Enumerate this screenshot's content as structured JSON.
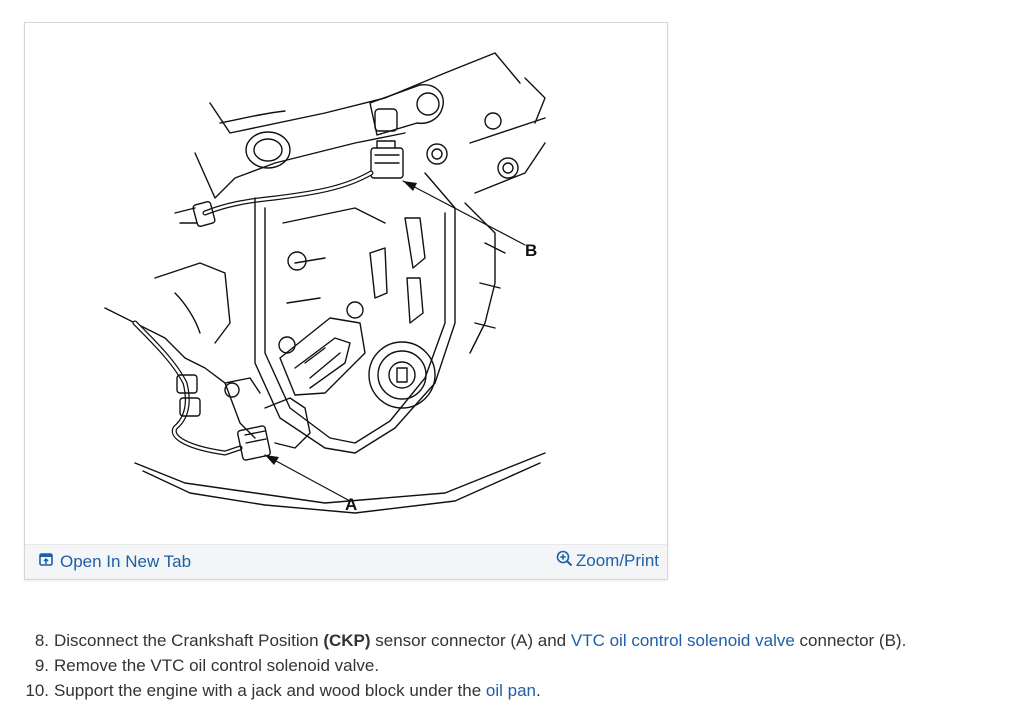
{
  "figure": {
    "callout_a": "A",
    "callout_b": "B",
    "open_tab_label": "Open In New Tab",
    "zoom_label": "Zoom/Print"
  },
  "steps": [
    {
      "number": "8.",
      "t1": "Disconnect the Crankshaft Position ",
      "bold": "(CKP)",
      "t2": " sensor connector (A) and ",
      "link": "VTC oil control solenoid valve",
      "t3": " connector (B)."
    },
    {
      "number": "9.",
      "text": "Remove the VTC oil control solenoid valve."
    },
    {
      "number": "10.",
      "t1": "Support the engine with a jack and wood block under the ",
      "link": "oil pan",
      "t2": "."
    }
  ],
  "colors": {
    "link": "#1d5fa8",
    "text": "#333333",
    "bar": "#f4f5f7"
  }
}
